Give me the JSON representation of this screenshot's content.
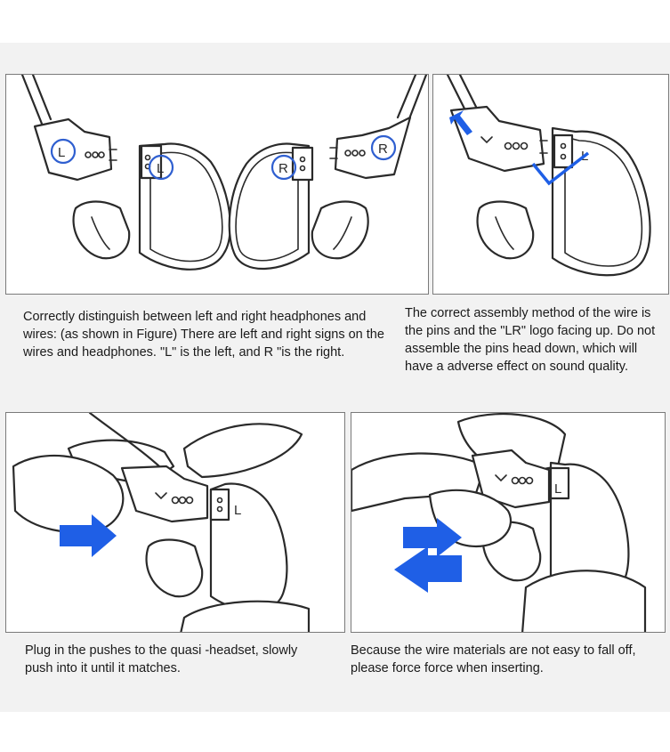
{
  "captions": {
    "top_left": "Correctly distinguish between left and right headphones and wires: (as shown in Figure) There are left and right signs on the wires and headphones. \"L\" is the left, and R \"is the right.",
    "top_right": "The correct assembly method of the wire is the pins and the \"LR\" logo facing up. Do not assemble the pins head down, which will have a adverse effect on sound quality.",
    "bottom_left": "Plug in the pushes to the quasi -headset, slowly push into it until it matches.",
    "bottom_right": "Because the wire materials are not easy to fall off, please force force when inserting."
  },
  "labels": {
    "left": "L",
    "right": "R"
  },
  "colors": {
    "accent_blue": "#1f5fe6",
    "line": "#2a2a2a",
    "background": "#f2f2f2"
  },
  "icons": [
    "arrow-right-icon",
    "arrow-up-left-icon",
    "checkmark-icon",
    "double-arrow-icon"
  ]
}
